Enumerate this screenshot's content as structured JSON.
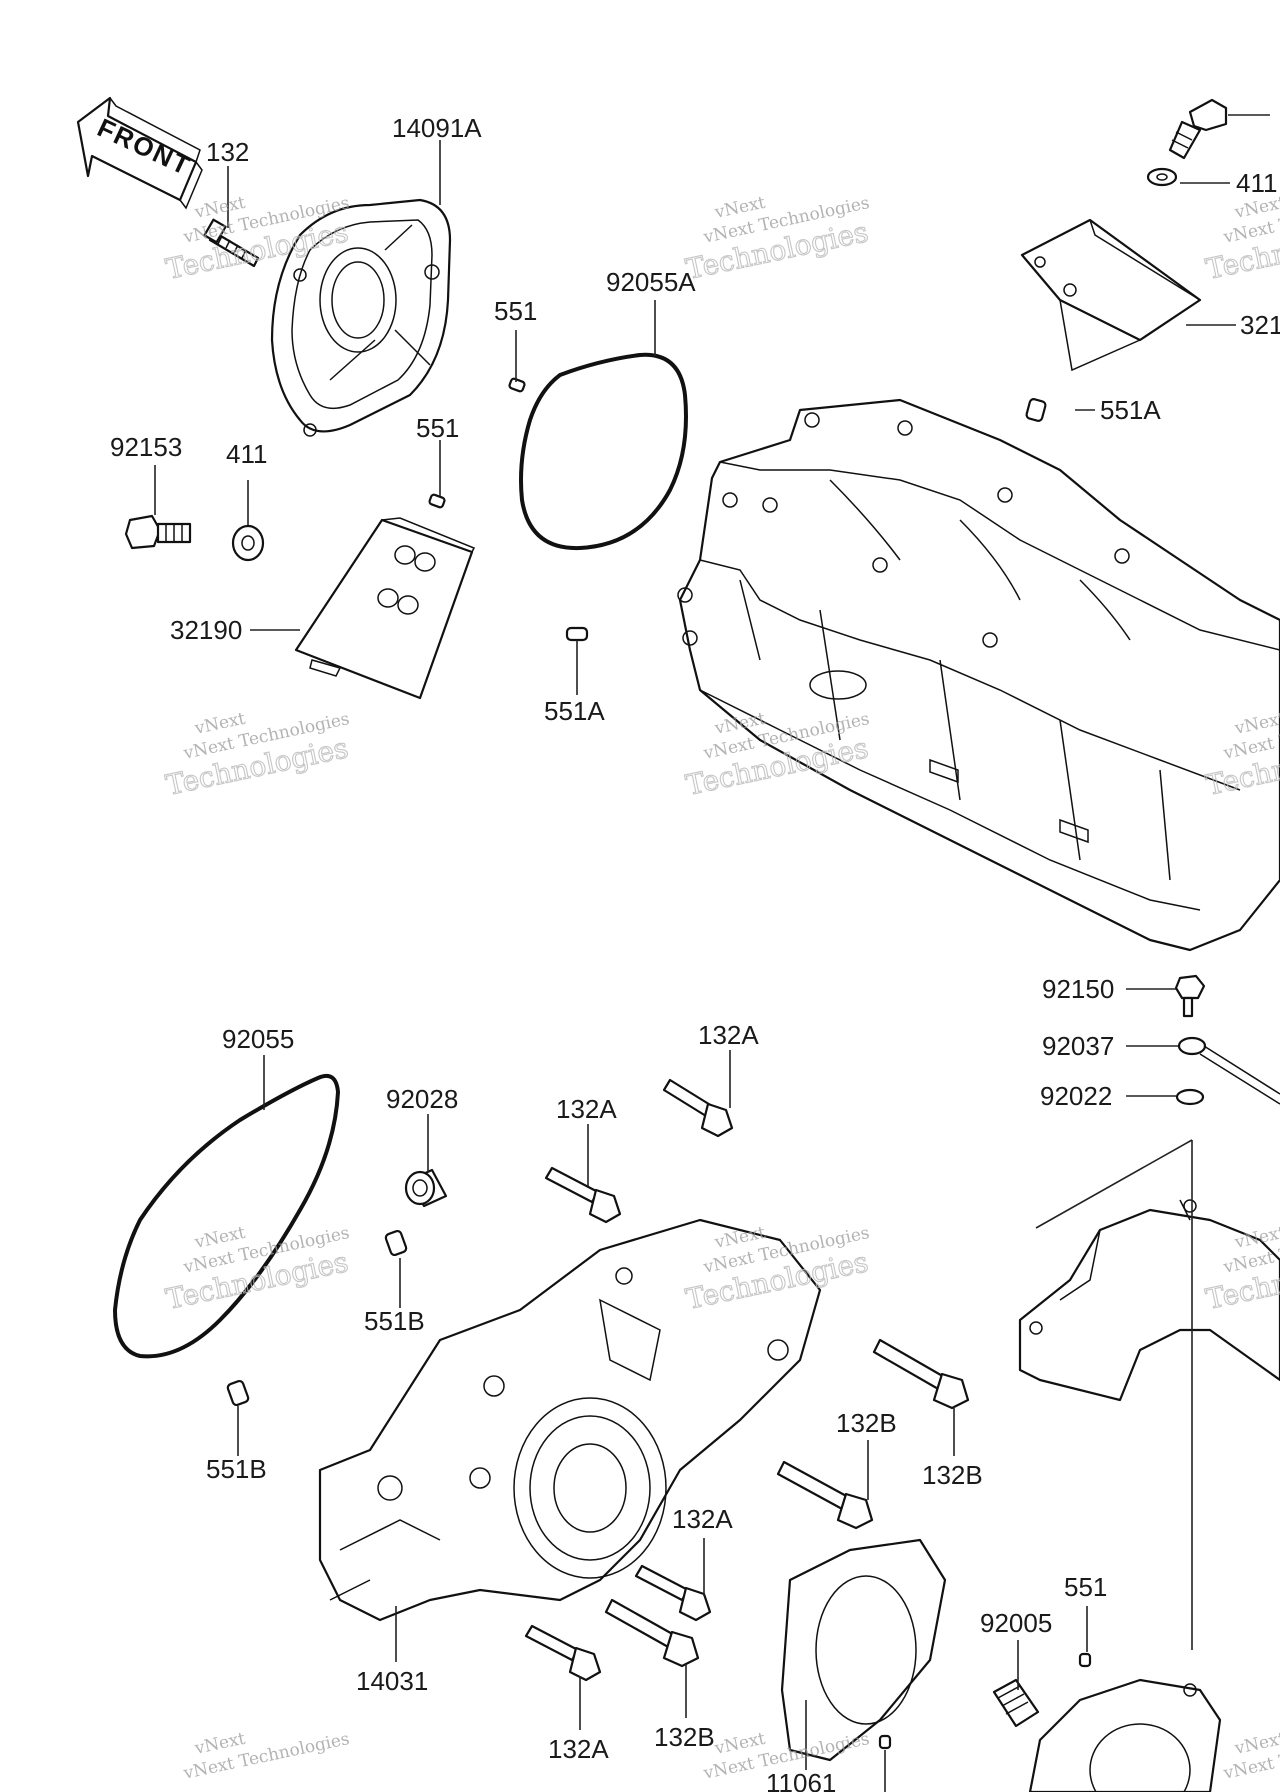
{
  "front_badge": "FRONT",
  "watermark": {
    "line1": "vNext Technologies",
    "line2": "Technologies",
    "line2_prefix": "vNext"
  },
  "labels": {
    "l132": "132",
    "l14091A": "14091A",
    "l92055A": "92055A",
    "l551a": "551",
    "l551b": "551",
    "l92153": "92153",
    "l411a": "411",
    "l32190": "32190",
    "l551A_left": "551A",
    "l551A_right": "551A",
    "l411b": "411",
    "l321": "321",
    "l92150": "92150",
    "l92037": "92037",
    "l92022": "92022",
    "l92055": "92055",
    "l92028": "92028",
    "l132A_a": "132A",
    "l132A_b": "132A",
    "l551B_a": "551B",
    "l551B_b": "551B",
    "l132B_a": "132B",
    "l132B_b": "132B",
    "l132A_c": "132A",
    "l14031": "14031",
    "l132A_d": "132A",
    "l132B_c": "132B",
    "l551c": "551",
    "l92005": "92005",
    "l11061": "11061"
  }
}
